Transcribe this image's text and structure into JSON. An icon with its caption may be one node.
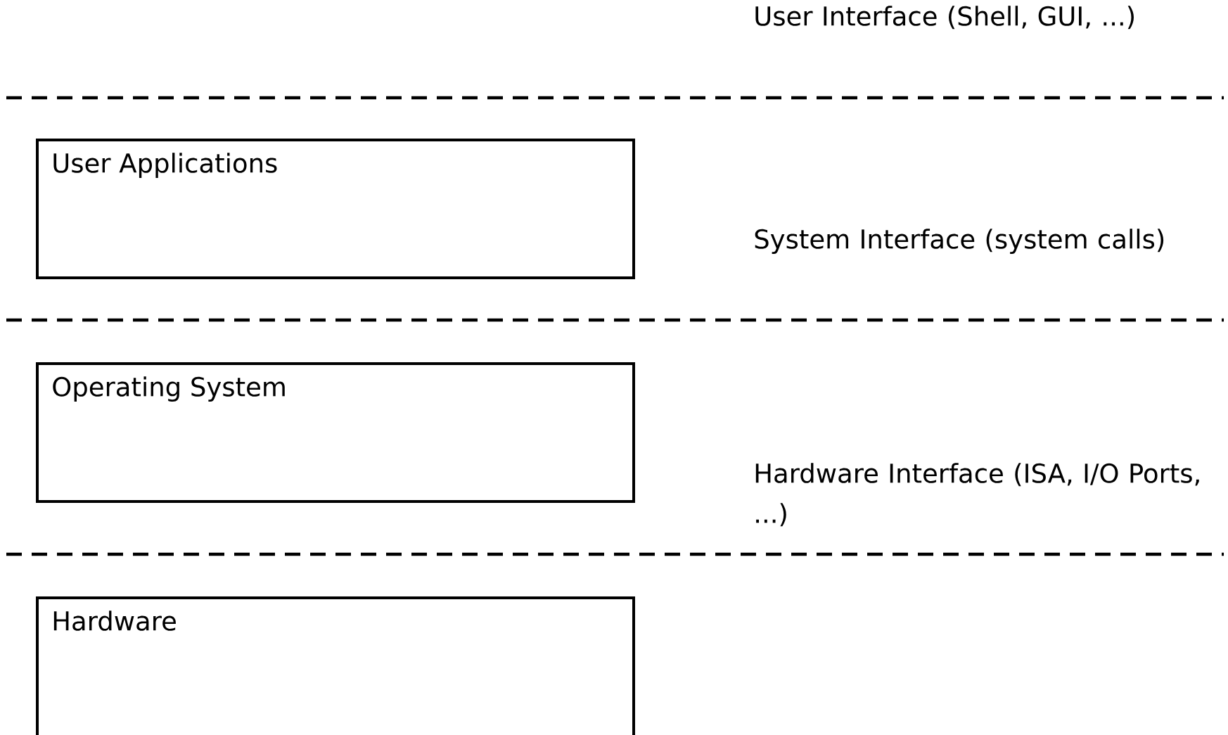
{
  "diagram": {
    "nodes": [
      {
        "text": [
          "User Applications"
        ]
      },
      {
        "text": [
          "Operating System"
        ]
      },
      {
        "text": [
          "Hardware"
        ]
      }
    ],
    "labels": [
      "User Interface (Shell, GUI, ...)",
      "System Interface (system calls)",
      "Hardware Interface (ISA, I/O Ports, ...)"
    ]
  }
}
